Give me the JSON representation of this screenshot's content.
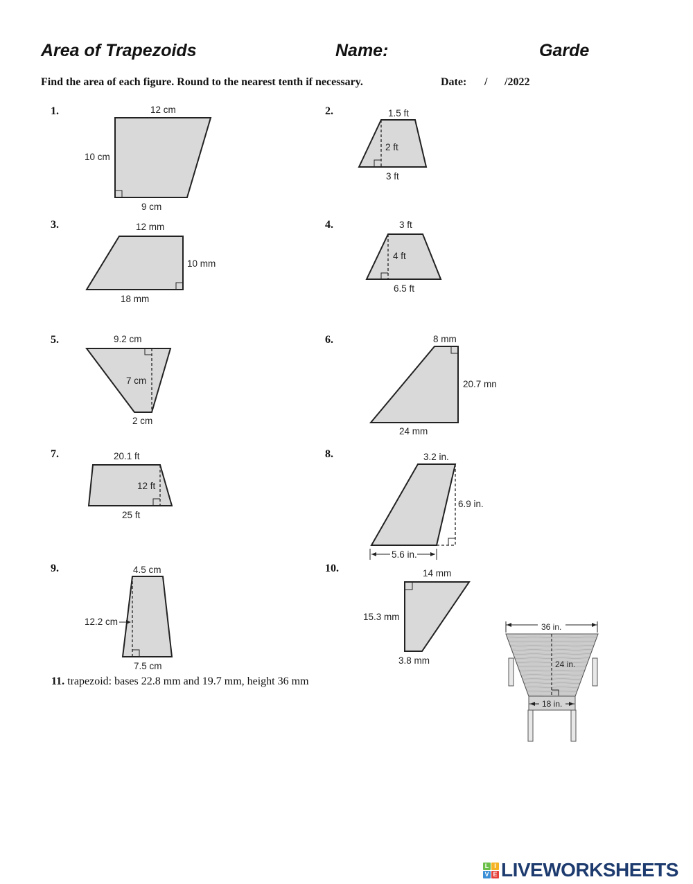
{
  "header": {
    "title": "Area of Trapezoids",
    "name_label": "Name:",
    "grade_label": "Garde",
    "instructions": "Find the area of each figure. Round to the nearest tenth if necessary.",
    "date_label": "Date:",
    "date_sep": "/",
    "date_year": "/2022"
  },
  "colors": {
    "figure_fill": "#d9d9d9",
    "figure_stroke": "#222222",
    "brand_navy": "#1d3b6e"
  },
  "problems": [
    {
      "number": "1.",
      "top": "12 cm",
      "side": "10 cm",
      "bottom": "9 cm"
    },
    {
      "number": "2.",
      "top": "1.5 ft",
      "height": "2 ft",
      "bottom": "3 ft"
    },
    {
      "number": "3.",
      "top": "12 mm",
      "side": "10 mm",
      "bottom": "18 mm"
    },
    {
      "number": "4.",
      "top": "3 ft",
      "height": "4 ft",
      "bottom": "6.5 ft"
    },
    {
      "number": "5.",
      "top": "9.2 cm",
      "height": "7 cm",
      "bottom": "2 cm"
    },
    {
      "number": "6.",
      "top": "8 mm",
      "side": "20.7 mn",
      "bottom": "24 mm"
    },
    {
      "number": "7.",
      "top": "20.1 ft",
      "height": "12 ft",
      "bottom": "25 ft"
    },
    {
      "number": "8.",
      "top": "3.2 in.",
      "height": "6.9 in.",
      "bottom": "5.6 in."
    },
    {
      "number": "9.",
      "top": "4.5 cm",
      "height": "12.2 cm",
      "bottom": "7.5 cm"
    },
    {
      "number": "10.",
      "top": "14 mm",
      "side": "15.3 mm",
      "bottom": "3.8 mm"
    },
    {
      "number": "11.",
      "text": "trapezoid: bases 22.8 mm and 19.7 mm, height 36 mm"
    }
  ],
  "table_figure": {
    "top": "36 in.",
    "height": "24 in.",
    "bottom": "18 in."
  },
  "footer": {
    "logo_letters": [
      "L",
      "I",
      "V",
      "E"
    ],
    "logo_text": "LIVEWORKSHEETS"
  }
}
